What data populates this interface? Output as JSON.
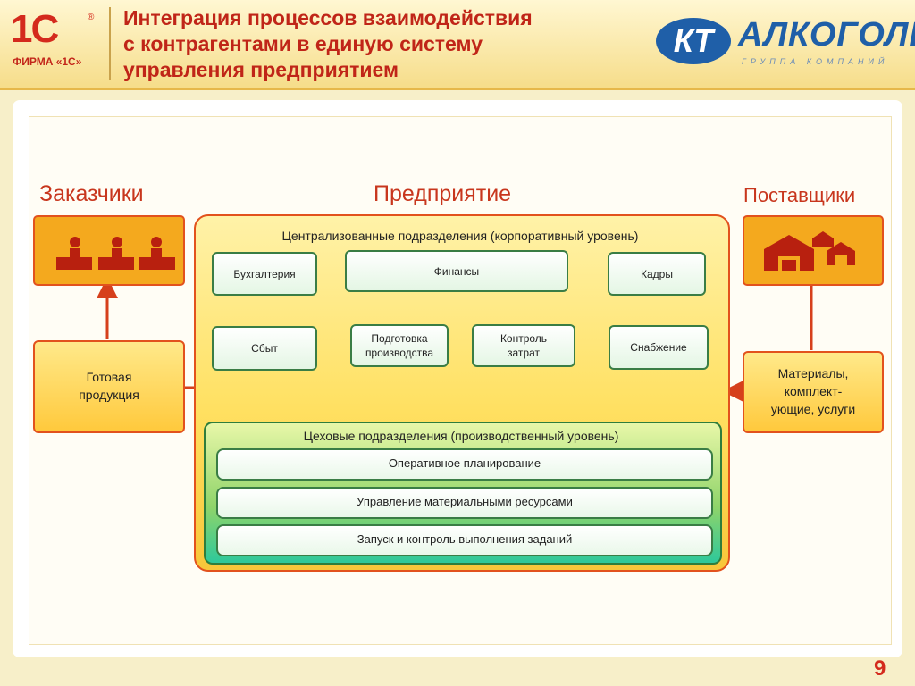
{
  "header": {
    "logo_1c": "1С",
    "logo_1c_firm": "ФИРМА «1С»",
    "title_lines": [
      "Интеграция процессов взаимодействия",
      "с контрагентами в единую систему",
      "управления предприятием"
    ],
    "logo_kt": "КТ",
    "logo_kt_name": "АЛКОГОЛЬ",
    "logo_kt_sub": "ГРУППА КОМПАНИЙ"
  },
  "sections": {
    "customers": "Заказчики",
    "enterprise": "Предприятие",
    "suppliers": "Поставщики"
  },
  "left_box": [
    "Готовая",
    "продукция"
  ],
  "right_box": [
    "Материалы,",
    "комплект-",
    "ующие, услуги"
  ],
  "corporate": {
    "label": "Централизованные подразделения (корпоративный уровень)",
    "top": [
      "Бухгалтерия",
      "Финансы",
      "Кадры"
    ],
    "bottom": [
      "Сбыт",
      "Подготовка производства",
      "Контроль затрат",
      "Снабжение"
    ]
  },
  "production": {
    "label": "Цеховые подразделения (производственный уровень)",
    "bars": [
      "Оперативное планирование",
      "Управление материальными ресурсами",
      "Запуск и контроль выполнения заданий"
    ]
  },
  "colors": {
    "accent": "#e2521d",
    "title": "#c02518",
    "green": "#3a7d45"
  },
  "page_number": "9"
}
